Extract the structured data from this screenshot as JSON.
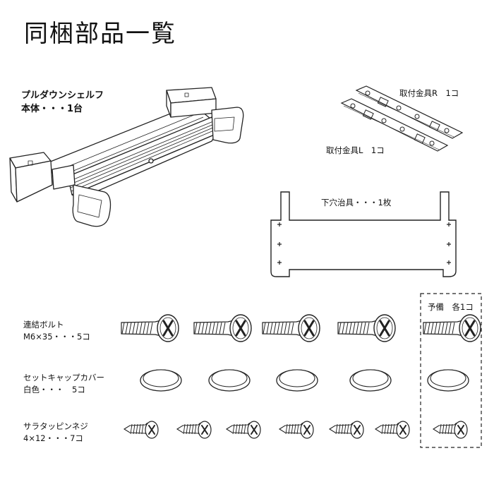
{
  "title": "同梱部品一覧",
  "main_unit": {
    "name": "プルダウンシェルフ",
    "qty": "本体・・・1台"
  },
  "bracket_r": "取付金具R　1コ",
  "bracket_l": "取付金具L　1コ",
  "jig": "下穴治具・・・1枚",
  "spare": "予備　各1コ",
  "bolt": {
    "name": "連結ボルト",
    "qty": "M6×35・・・5コ"
  },
  "cap": {
    "name": "セットキャップカバー",
    "qty": "白色・・・　5コ"
  },
  "screw": {
    "name": "サラタッピンネジ",
    "qty": "4×12・・・7コ"
  }
}
